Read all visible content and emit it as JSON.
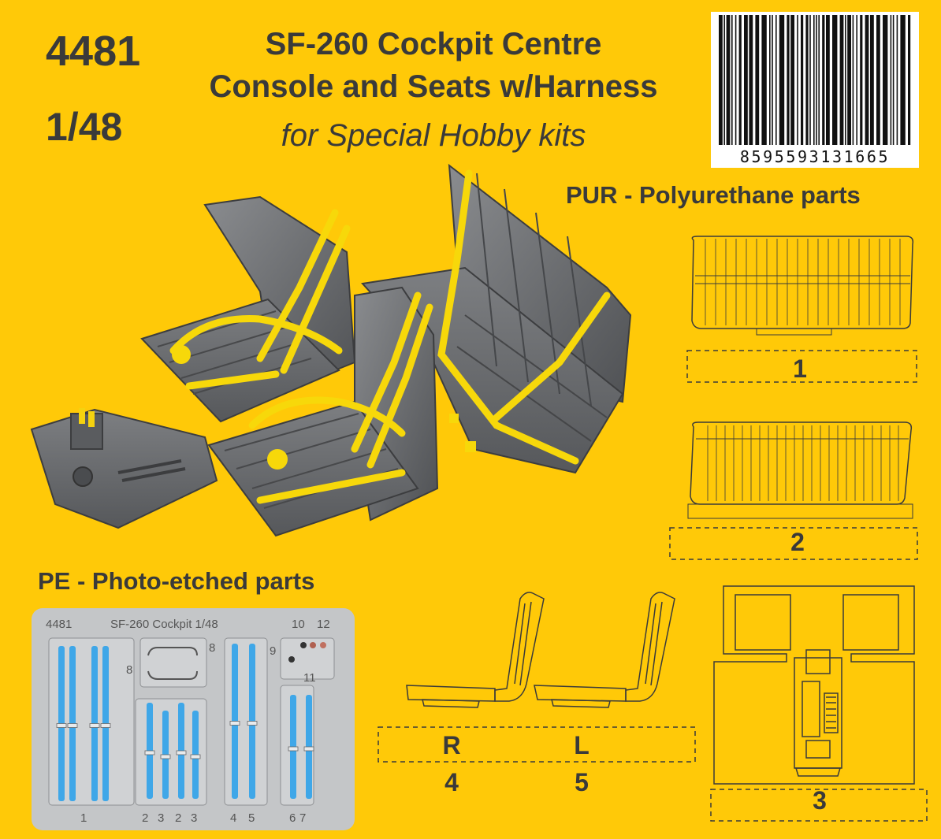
{
  "header": {
    "product_code": "4481",
    "scale": "1/48",
    "title_line1": "SF-260 Cockpit Centre",
    "title_line2": "Console and Seats w/Harness",
    "subtitle": "for Special Hobby kits"
  },
  "barcode": {
    "number": "8595593131665"
  },
  "pur_section": {
    "heading": "PUR - Polyurethane parts",
    "parts": [
      {
        "number": "1"
      },
      {
        "number": "2"
      },
      {
        "number": "3"
      },
      {
        "number": "4",
        "side": "R"
      },
      {
        "number": "5",
        "side": "L"
      }
    ]
  },
  "pe_section": {
    "heading": "PE - Photo-etched parts",
    "fret_code": "4481",
    "fret_title": "SF-260 Cockpit 1/48",
    "labels": {
      "p1": "1",
      "p2a": "2",
      "p3a": "3",
      "p2b": "2",
      "p3b": "3",
      "p4": "4",
      "p5": "5",
      "p6": "6",
      "p7": "7",
      "p8a": "8",
      "p8b": "8",
      "p9": "9",
      "p10": "10",
      "p11": "11",
      "p12": "12"
    },
    "strap_color": "#3fa7e8"
  },
  "colors": {
    "background": "#ffc908",
    "seat_grey": "#6b6d70",
    "harness_yellow": "#f7d80a",
    "text": "#3a3a3a"
  }
}
